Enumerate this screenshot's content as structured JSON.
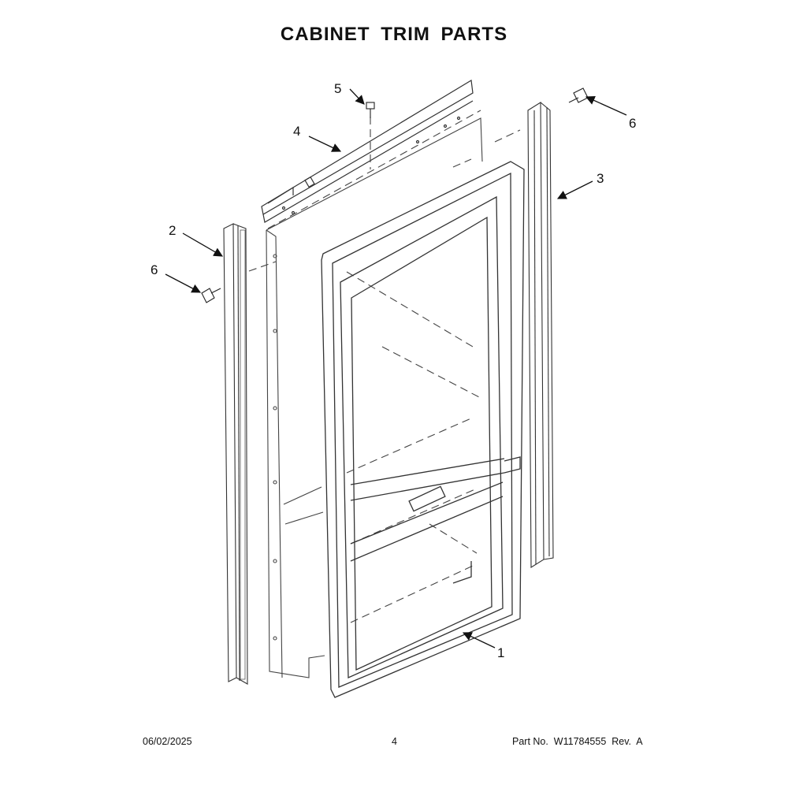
{
  "title": "CABINET TRIM PARTS",
  "callouts": {
    "part_1": "1",
    "part_2": "2",
    "part_3": "3",
    "part_4": "4",
    "part_5": "5",
    "part_6_right": "6",
    "part_6_left": "6"
  },
  "footer": {
    "date": "06/02/2025",
    "page": "4",
    "part_no": "Part No.  W11784555  Rev.  A"
  },
  "colors": {
    "line": "#333333",
    "text": "#111111",
    "background": "#ffffff"
  }
}
